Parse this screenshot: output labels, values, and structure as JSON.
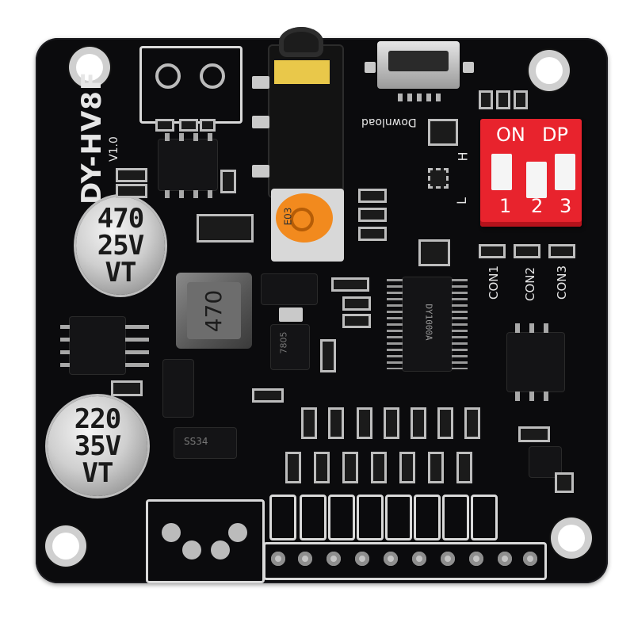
{
  "board": {
    "model": "DY-HV8F",
    "version": "V1.0",
    "download_label": "Download",
    "h_label": "H",
    "l_label": "L"
  },
  "dip_switch": {
    "on_label": "ON",
    "dp_label": "DP",
    "positions": [
      "1",
      "2",
      "3"
    ]
  },
  "connectors": {
    "con1": "CON1",
    "con2": "CON2",
    "con3": "CON3"
  },
  "capacitors": {
    "top": {
      "value": "470",
      "voltage": "25V",
      "series": "VT"
    },
    "bottom": {
      "value": "220",
      "voltage": "35V",
      "series": "VT"
    }
  },
  "inductor": {
    "value": "470"
  },
  "chips": {
    "main": "DY1000A",
    "regulator": "7805",
    "potentiometer": "E03",
    "diode": "SS34"
  },
  "colors": {
    "pcb": "#0b0b0d",
    "silkscreen": "#d9d9d9",
    "dip_switch": "#e8232d",
    "potentiometer": "#f28a1e"
  }
}
